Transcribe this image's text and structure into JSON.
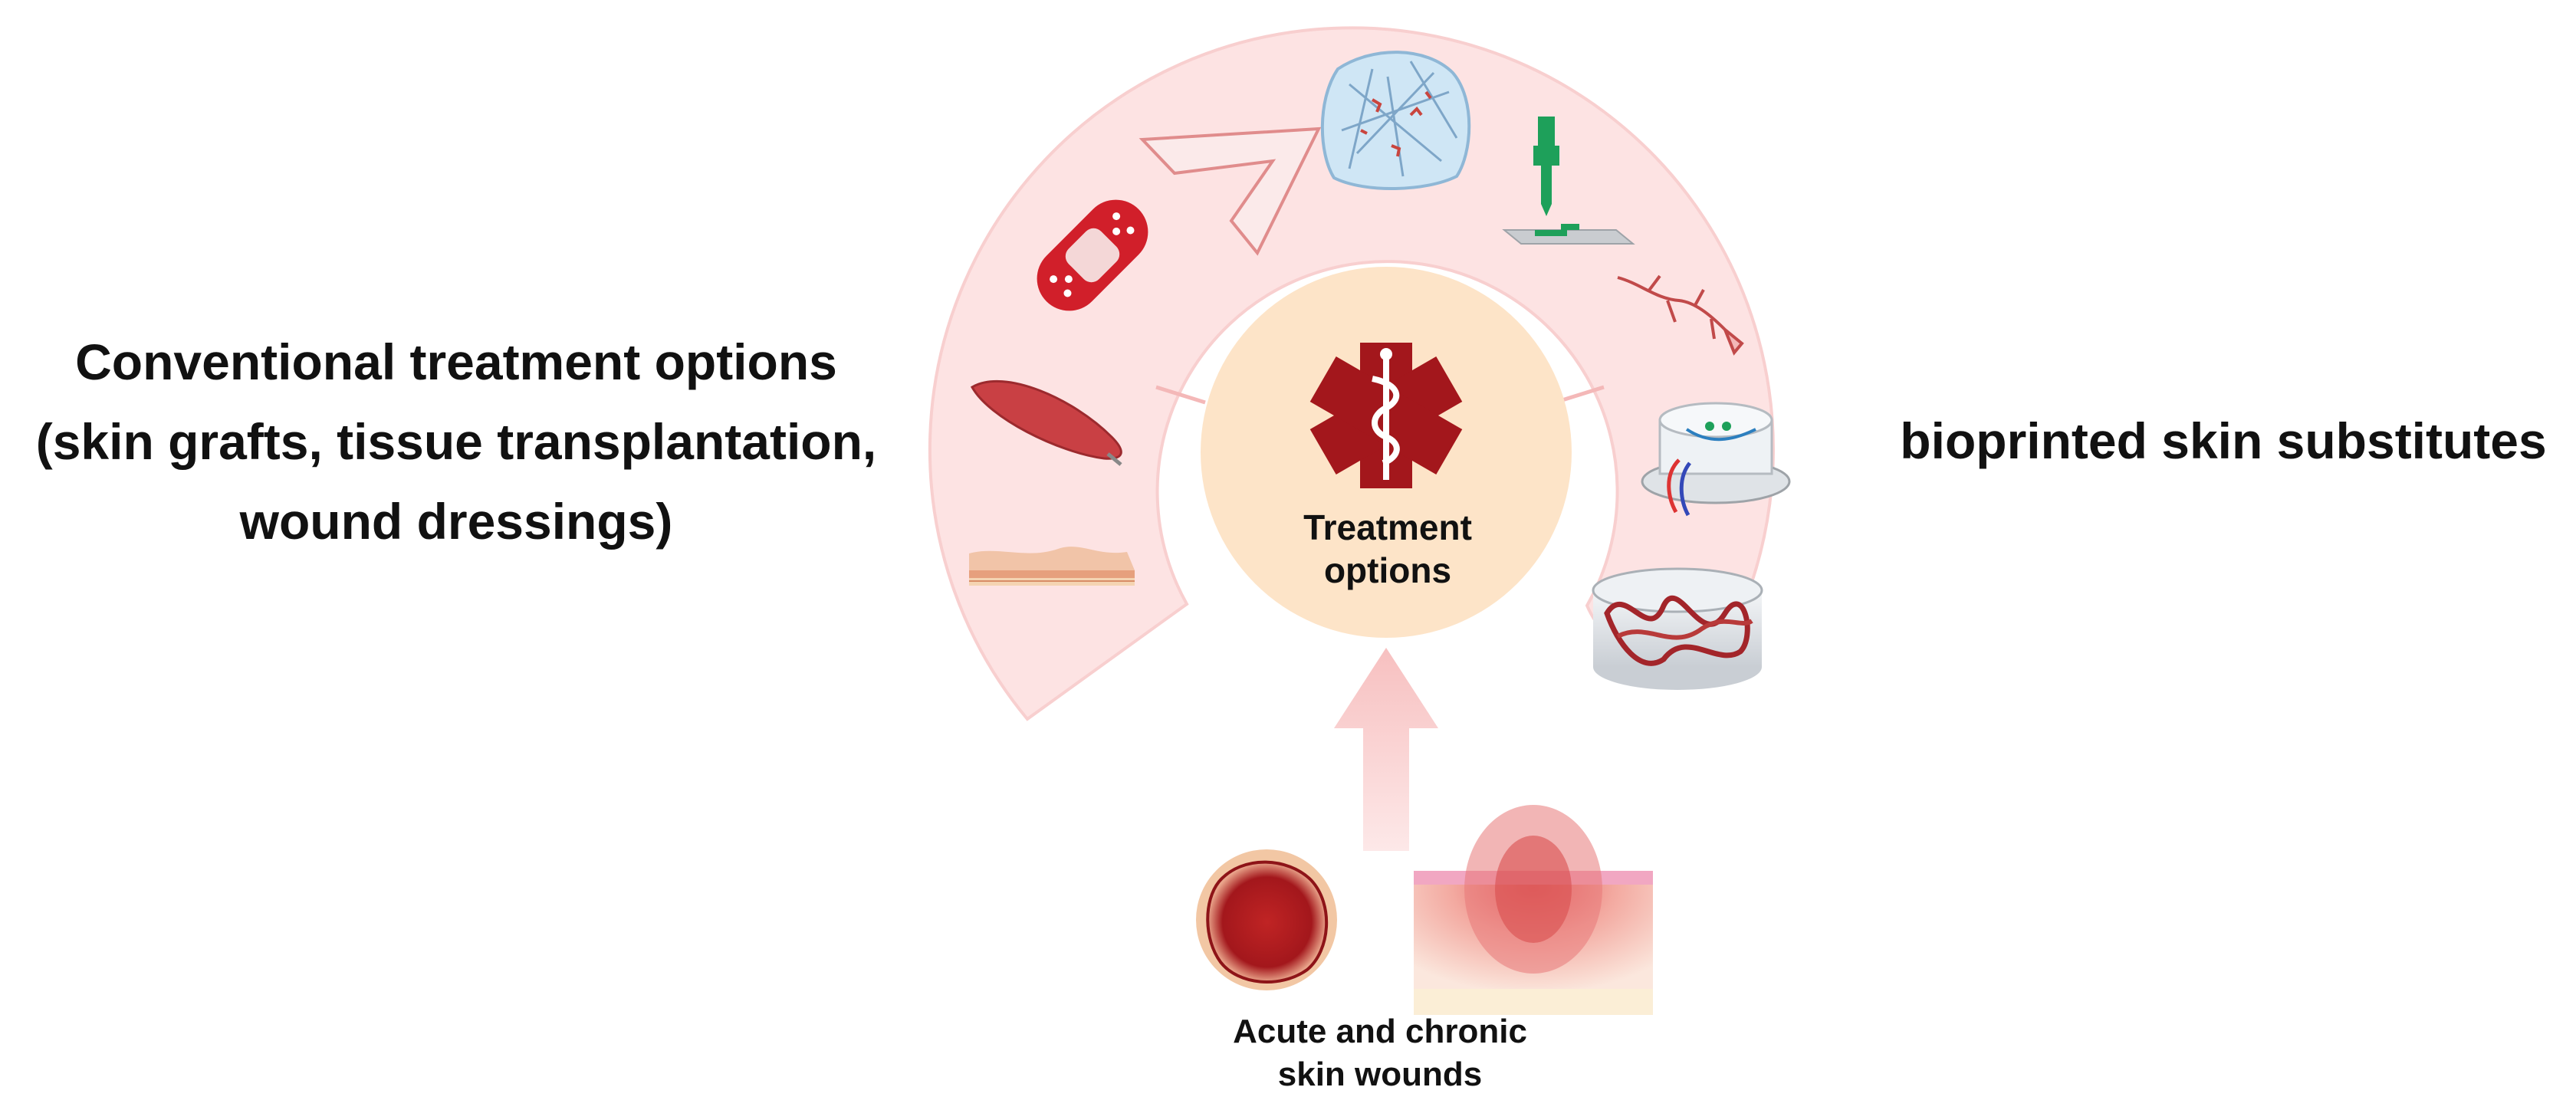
{
  "labels": {
    "left_lines": [
      "Conventional treatment options",
      "(skin grafts, tissue transplantation,",
      "wound dressings)"
    ],
    "right": "bioprinted skin substitutes",
    "center_lines": [
      "Treatment",
      "options"
    ],
    "bottom_lines": [
      "Acute and chronic",
      "skin wounds"
    ]
  },
  "icons": [
    "bandage-icon",
    "arrow-chevron-icon",
    "hydrogel-scaffold-icon",
    "bioprinter-nozzle-icon",
    "blood-vessel-icon",
    "muscle-graft-icon",
    "skin-layer-icon",
    "vascular-device-icon",
    "vascular-network-dish-icon",
    "medical-star-icon",
    "wound-icon",
    "skin-cross-section-icon",
    "up-arrow-icon"
  ],
  "colors": {
    "ring_fill": "#fde3e3",
    "ring_edge": "#f8caca",
    "center_fill": "#fde4c8",
    "medical_red": "#a3171c",
    "wound_red": "#b41e1e",
    "arrow_pink": "#f7c9c9"
  }
}
